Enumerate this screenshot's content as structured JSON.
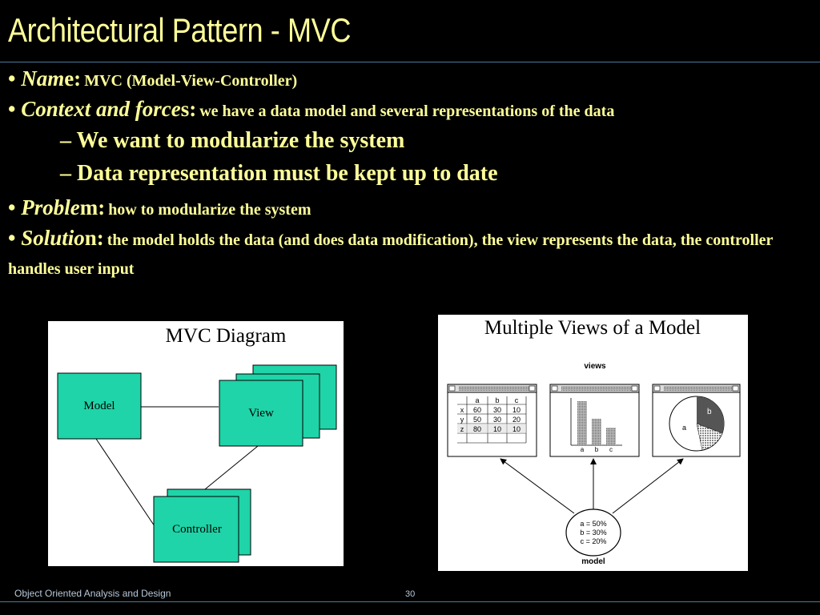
{
  "slide": {
    "title": "Architectural Pattern - MVC",
    "footer": "Object Oriented Analysis and Design",
    "page_number": "30"
  },
  "bullets": [
    {
      "lead_italic": "Nam",
      "lead_plain": "e:",
      "text": "MVC (Model-View-Controller)"
    },
    {
      "lead_italic": "Context and force",
      "lead_plain": "s:",
      "text": "we have a data model and several representations of the data"
    },
    {
      "lead_italic": "Proble",
      "lead_plain": "m:",
      "text": "how to modularize the system"
    },
    {
      "lead_italic": "Solutio",
      "lead_plain": "n:",
      "text": "the model holds the data (and does data modification), the view represents the data, the controller handles user input"
    }
  ],
  "subpoints": [
    "– We want to modularize the system",
    "– Data representation must be kept up to date"
  ],
  "mvc_diagram": {
    "title": "MVC Diagram",
    "model_label": "Model",
    "view_label": "View",
    "controller_label": "Controller",
    "box_color": "#1fd4a8"
  },
  "views_diagram": {
    "title": "Multiple Views of a Model",
    "views_label": "views",
    "model_label": "model",
    "table": {
      "header": [
        "a",
        "b",
        "c"
      ],
      "rows": [
        [
          "x",
          "60",
          "30",
          "10"
        ],
        [
          "y",
          "50",
          "30",
          "20"
        ],
        [
          "z",
          "80",
          "10",
          "10"
        ]
      ]
    },
    "bar_labels": [
      "a",
      "b",
      "c"
    ],
    "pie_labels": [
      "b",
      "a"
    ],
    "model_values": [
      "a = 50%",
      "b = 30%",
      "c = 20%"
    ]
  },
  "colors": {
    "background": "#000000",
    "text": "#ffff99",
    "rule": "#4a7a9a"
  }
}
